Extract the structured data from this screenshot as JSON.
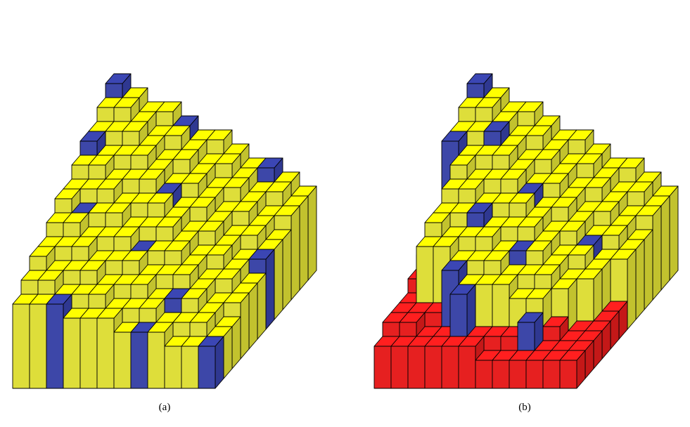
{
  "figure": {
    "panels": [
      {
        "id": "a",
        "caption": "(a)",
        "grid_size": 12,
        "colors": {
          "top": "#ffff00",
          "left": "#dede3a",
          "right": "#c2c22e",
          "edge": "#000000"
        },
        "highlight_colors": {
          "top": "#3b46b4",
          "left": "#3d47a8",
          "right": "#2f3891"
        },
        "heights": [
          [
            14,
            13,
            12,
            12,
            11,
            10,
            10,
            9,
            8,
            8,
            7,
            6
          ],
          [
            13,
            13,
            12,
            11,
            11,
            10,
            9,
            9,
            8,
            7,
            7,
            6
          ],
          [
            12,
            12,
            12,
            11,
            10,
            10,
            9,
            8,
            8,
            7,
            6,
            6
          ],
          [
            12,
            11,
            11,
            11,
            10,
            9,
            9,
            8,
            7,
            7,
            6,
            5
          ],
          [
            11,
            11,
            10,
            10,
            10,
            9,
            8,
            8,
            7,
            6,
            6,
            5
          ],
          [
            10,
            10,
            10,
            9,
            9,
            9,
            8,
            7,
            7,
            6,
            5,
            5
          ],
          [
            10,
            9,
            9,
            9,
            8,
            8,
            8,
            7,
            6,
            6,
            5,
            4
          ],
          [
            9,
            9,
            8,
            8,
            8,
            7,
            7,
            7,
            6,
            5,
            5,
            4
          ],
          [
            8,
            8,
            8,
            7,
            7,
            7,
            6,
            6,
            6,
            5,
            4,
            4
          ],
          [
            8,
            7,
            7,
            7,
            6,
            6,
            6,
            5,
            5,
            5,
            4,
            3
          ],
          [
            7,
            7,
            6,
            6,
            6,
            5,
            5,
            5,
            4,
            4,
            4,
            3
          ],
          [
            6,
            6,
            6,
            5,
            5,
            5,
            4,
            4,
            4,
            3,
            3,
            3
          ]
        ],
        "blue_cells": [
          [
            0,
            0
          ],
          [
            3,
            0
          ],
          [
            0,
            4
          ],
          [
            6,
            1
          ],
          [
            4,
            5
          ],
          [
            0,
            9
          ],
          [
            7,
            5
          ],
          [
            11,
            2
          ],
          [
            5,
            11
          ],
          [
            11,
            11
          ],
          [
            9,
            8
          ],
          [
            11,
            7
          ]
        ]
      },
      {
        "id": "b",
        "caption": "(b)",
        "grid_size": 12,
        "colors": {
          "top": "#ffff00",
          "left": "#dede3a",
          "right": "#c2c22e",
          "edge": "#000000"
        },
        "highlight_colors": {
          "top": "#3b46b4",
          "left": "#3d47a8",
          "right": "#2f3891"
        },
        "removed_colors": {
          "top": "#ff1f1f",
          "left": "#e62020",
          "right": "#c41818"
        },
        "heights": [
          [
            14,
            13,
            12,
            12,
            11,
            10,
            10,
            9,
            8,
            8,
            7,
            6
          ],
          [
            13,
            13,
            12,
            11,
            11,
            10,
            9,
            9,
            8,
            7,
            7,
            6
          ],
          [
            12,
            12,
            12,
            11,
            10,
            10,
            9,
            8,
            8,
            7,
            6,
            6
          ],
          [
            12,
            11,
            11,
            11,
            10,
            9,
            9,
            8,
            7,
            7,
            6,
            5
          ],
          [
            11,
            11,
            10,
            10,
            10,
            9,
            8,
            8,
            7,
            6,
            6,
            5
          ],
          [
            10,
            10,
            10,
            9,
            9,
            9,
            8,
            7,
            7,
            6,
            5,
            5
          ],
          [
            10,
            9,
            9,
            9,
            8,
            8,
            8,
            7,
            6,
            6,
            5,
            4
          ],
          [
            9,
            9,
            8,
            8,
            8,
            7,
            7,
            7,
            6,
            5,
            5,
            4
          ],
          [
            8,
            8,
            8,
            7,
            7,
            7,
            6,
            6,
            6,
            5,
            4,
            4
          ],
          [
            8,
            7,
            7,
            7,
            6,
            6,
            6,
            5,
            5,
            5,
            4,
            3
          ],
          [
            7,
            7,
            6,
            6,
            6,
            5,
            5,
            5,
            4,
            4,
            4,
            3
          ],
          [
            6,
            6,
            6,
            5,
            5,
            5,
            4,
            4,
            4,
            3,
            3,
            3
          ]
        ],
        "blue_cells": [
          [
            0,
            0
          ],
          [
            2,
            2
          ],
          [
            3,
            0
          ],
          [
            4,
            5
          ],
          [
            6,
            3
          ],
          [
            5,
            9
          ],
          [
            7,
            6
          ],
          [
            9,
            3
          ],
          [
            8,
            11
          ],
          [
            10,
            8
          ],
          [
            10,
            4
          ],
          [
            11,
            11
          ]
        ],
        "red_cells": [
          [
            11,
            0
          ],
          [
            11,
            1
          ],
          [
            11,
            2
          ],
          [
            11,
            3
          ],
          [
            11,
            4
          ],
          [
            11,
            5
          ],
          [
            11,
            6
          ],
          [
            11,
            7
          ],
          [
            11,
            8
          ],
          [
            11,
            9
          ],
          [
            11,
            10
          ],
          [
            11,
            11
          ],
          [
            10,
            0
          ],
          [
            10,
            1
          ],
          [
            10,
            2
          ],
          [
            10,
            3
          ],
          [
            10,
            5
          ],
          [
            10,
            6
          ],
          [
            10,
            7
          ],
          [
            10,
            9
          ],
          [
            10,
            10
          ],
          [
            10,
            11
          ],
          [
            9,
            0
          ],
          [
            9,
            1
          ],
          [
            9,
            2
          ],
          [
            9,
            9
          ],
          [
            9,
            10
          ],
          [
            9,
            11
          ],
          [
            8,
            0
          ],
          [
            8,
            10
          ],
          [
            8,
            11
          ],
          [
            7,
            0
          ],
          [
            7,
            11
          ],
          [
            6,
            0
          ],
          [
            6,
            11
          ],
          [
            5,
            0
          ],
          [
            4,
            0
          ]
        ]
      }
    ]
  }
}
